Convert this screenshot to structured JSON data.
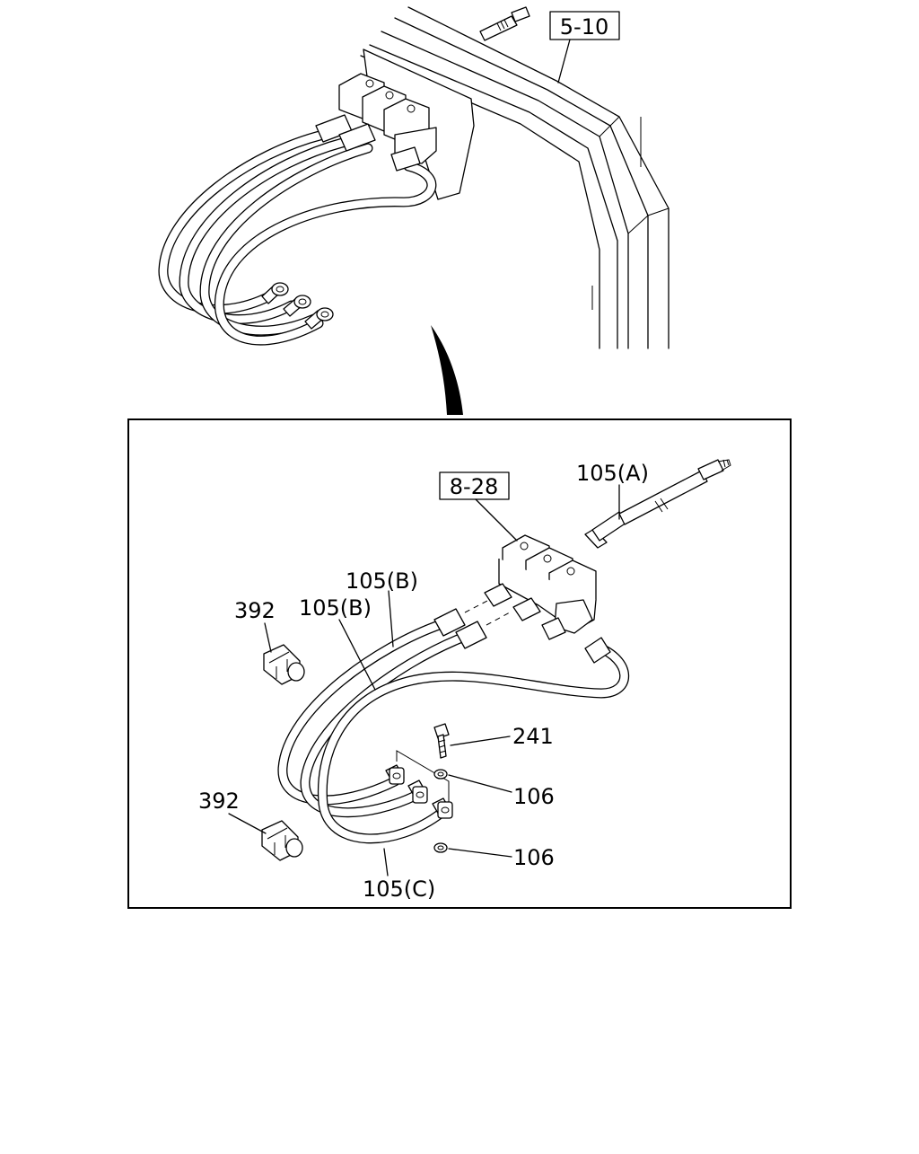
{
  "refs": {
    "top_ref": "5-10",
    "box_ref": "8-28"
  },
  "labels": {
    "hose_a": "105(A)",
    "hose_b_upper": "105(B)",
    "hose_b_lower": "105(B)",
    "hose_c": "105(C)",
    "clip_upper": "392",
    "clip_lower": "392",
    "bolt": "241",
    "washer_upper": "106",
    "washer_lower": "106"
  }
}
